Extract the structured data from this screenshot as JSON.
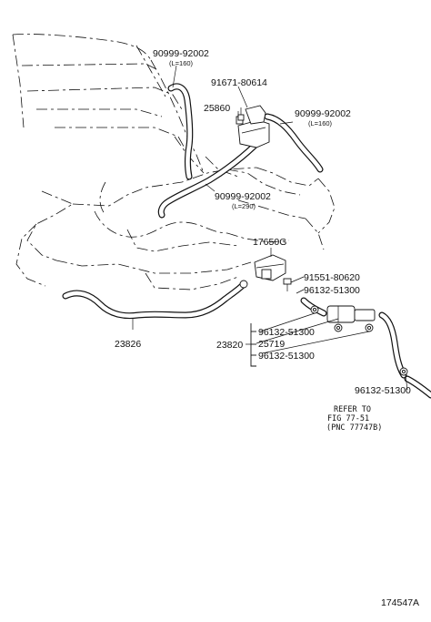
{
  "diagram": {
    "figure_id": "174547A",
    "parts": [
      {
        "number": "90999-92002",
        "note": "(L=160)"
      },
      {
        "number": "91671-80614"
      },
      {
        "number": "25860"
      },
      {
        "number": "90999-92002",
        "note": "(L=160)"
      },
      {
        "number": "90999-92002",
        "note": "(L=290)"
      },
      {
        "number": "17650G"
      },
      {
        "number": "91551-80620"
      },
      {
        "number": "96132-51300"
      },
      {
        "number": "96132-51300"
      },
      {
        "number": "25719"
      },
      {
        "number": "96132-51300"
      },
      {
        "number": "23820"
      },
      {
        "number": "23826"
      },
      {
        "number": "96132-51300"
      }
    ],
    "reference": [
      "REFER TO",
      "FIG 77-51",
      "(PNC 77747B)"
    ]
  }
}
